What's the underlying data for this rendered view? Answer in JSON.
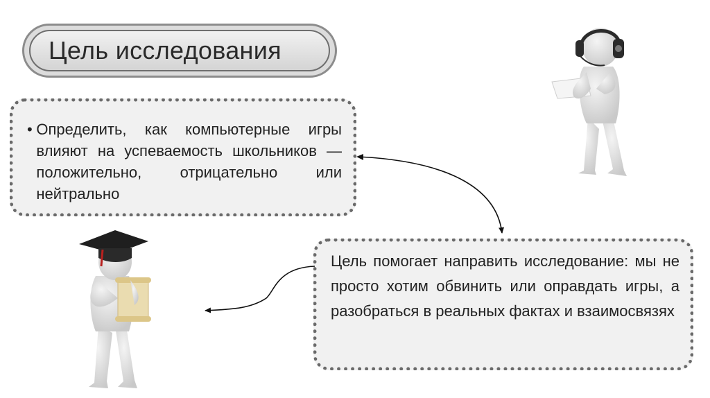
{
  "slide": {
    "title": "Цель исследования",
    "goal_text": "Определить, как компьютерные игры влияют на успеваемость школьников — положительно, отрицательно или нейтрально",
    "bullet": "•",
    "explanation_text": "Цель помогает направить исследование: мы не просто хотим обвинить или оправдать игры, а разобраться в реальных фактах и взаимосвязях"
  },
  "illustrations": {
    "top_right": "figure-with-headphones-and-laptop",
    "bottom_left": "figure-with-graduation-cap-and-scroll"
  },
  "colors": {
    "box_fill": "#f1f1f1",
    "box_border": "#6a6a6a",
    "title_fill": "#dcdcdc",
    "text": "#222222"
  }
}
